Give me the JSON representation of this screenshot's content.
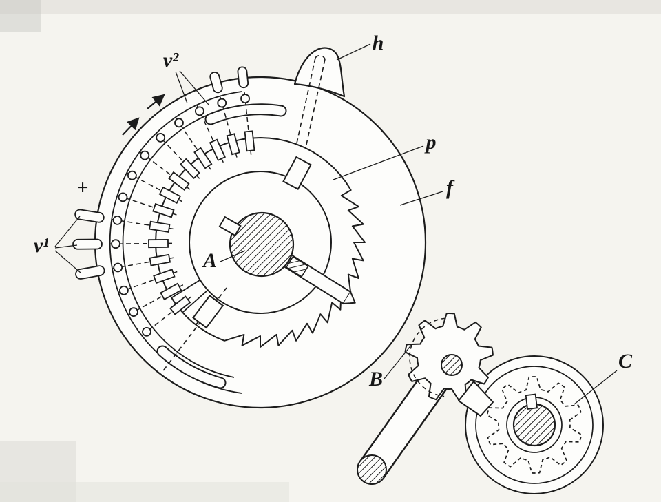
{
  "diagram": {
    "paper_color": "#f5f4ef",
    "ink_color": "#1c1c1c",
    "labels": {
      "v2": "v²",
      "h": "h",
      "p": "p",
      "f": "f",
      "A": "A",
      "B": "B",
      "C": "C",
      "v1": "v¹",
      "plus": "+"
    }
  }
}
